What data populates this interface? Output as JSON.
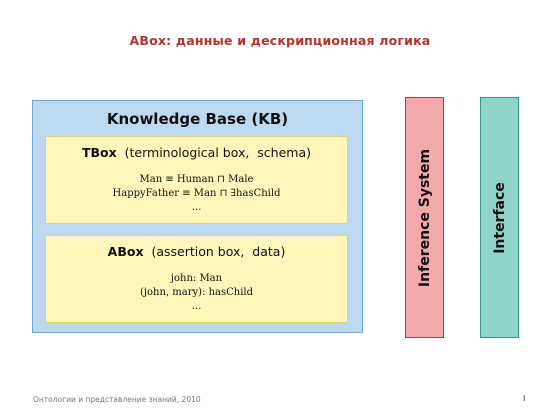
{
  "slide": {
    "title": "ABox: данные и дескрипционная логика",
    "footer": "Онтологии и представление знаний, 2010",
    "page_number": "I"
  },
  "kb": {
    "title": "Knowledge Base  (KB)",
    "tbox": {
      "name": "TBox",
      "desc": "  (terminological box,  schema)",
      "lines": [
        {
          "parts": [
            "Man ",
            "≡",
            " Human ",
            "⊓",
            " Male"
          ]
        },
        {
          "parts": [
            "HappyFather ",
            "≡",
            " Man ",
            "⊓",
            " ∃hasChild"
          ]
        },
        {
          "text": "…"
        }
      ]
    },
    "abox": {
      "name": "ABox",
      "desc": "  (assertion box,  data)",
      "lines": [
        {
          "text": "john: Man"
        },
        {
          "text": "(john, mary): hasChild"
        },
        {
          "text": "…"
        }
      ]
    }
  },
  "inference": {
    "label": "Inference System"
  },
  "interface": {
    "label": "Interface"
  }
}
